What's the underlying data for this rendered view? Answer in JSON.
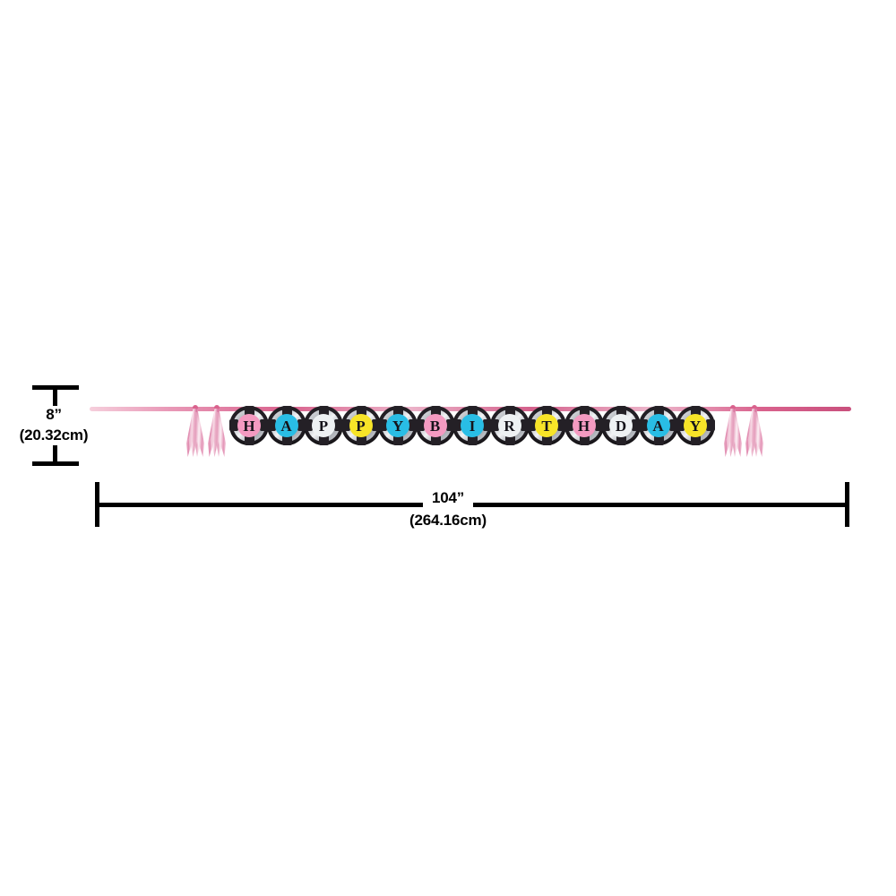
{
  "product": {
    "name": "happy-birthday-tassel-banner",
    "ribbon_color": "#d9628d",
    "disc_outer_color": "#242026",
    "disc_ring_color": "#c3c6cc",
    "letters": [
      {
        "char": "H",
        "color": "#f49ac1"
      },
      {
        "char": "A",
        "color": "#29bde5"
      },
      {
        "char": "P",
        "color": "#eef1f3"
      },
      {
        "char": "P",
        "color": "#f7e428"
      },
      {
        "char": "Y",
        "color": "#29bde5"
      },
      {
        "char": "B",
        "color": "#f49ac1"
      },
      {
        "char": "I",
        "color": "#29bde5"
      },
      {
        "char": "R",
        "color": "#eef1f3"
      },
      {
        "char": "T",
        "color": "#f7e428"
      },
      {
        "char": "H",
        "color": "#f49ac1"
      },
      {
        "char": "D",
        "color": "#eef1f3"
      },
      {
        "char": "A",
        "color": "#29bde5"
      },
      {
        "char": "Y",
        "color": "#f7e428"
      }
    ],
    "tassel_color": "#e490b6",
    "tassel_count_left": 2,
    "tassel_count_right": 2
  },
  "dimensions": {
    "height": {
      "imperial": "8”",
      "metric": "(20.32cm)"
    },
    "width": {
      "imperial": "104”",
      "metric": "(264.16cm)"
    }
  }
}
